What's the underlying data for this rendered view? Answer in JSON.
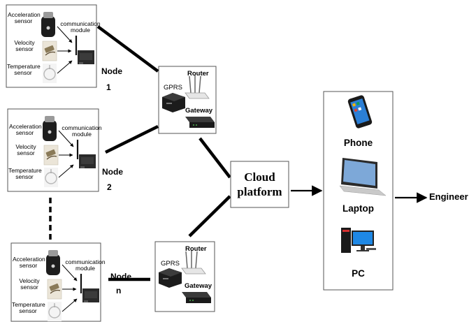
{
  "sensor_labels": {
    "acceleration": "Acceleration sensor",
    "velocity": "Velocity sensor",
    "temperature": "Temperature sensor",
    "communication": "communication module"
  },
  "nodes": [
    {
      "name": "Node",
      "index": "1"
    },
    {
      "name": "Node",
      "index": "2"
    },
    {
      "name": "Node",
      "index": "n"
    }
  ],
  "gateway_labels": {
    "gprs": "GPRS",
    "router": "Router",
    "gateway": "Gateway"
  },
  "cloud": {
    "line1": "Cloud",
    "line2": "platform"
  },
  "devices": {
    "phone": "Phone",
    "laptop": "Laptop",
    "pc": "PC"
  },
  "engineer": "Engineer",
  "colors": {
    "line": "#000000",
    "box_border": "#555555",
    "phone_screen": "#2b7fd6",
    "pc_screen": "#1e88e5"
  }
}
